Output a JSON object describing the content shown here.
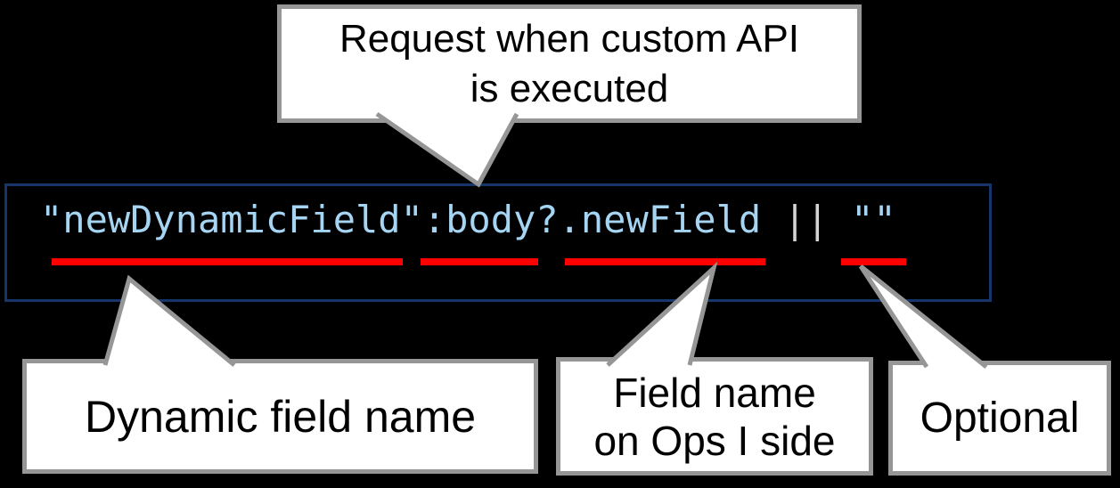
{
  "colors": {
    "background": "#000000",
    "callout_fill": "#FFFFFF",
    "callout_border": "#969696",
    "callout_text": "#000000",
    "code_box_border": "#15356B",
    "code_text": "#A5D5F3",
    "code_operator": "#D4D4D4",
    "underline": "#FF0000"
  },
  "code": {
    "expression": "\"newDynamicField\":body?.newField",
    "operator": "||",
    "default_value": "\"\""
  },
  "callouts": {
    "request": {
      "lines": [
        "Request when custom API",
        "is executed"
      ]
    },
    "dynamic_field": {
      "label": "Dynamic field name"
    },
    "ops_field": {
      "lines": [
        "Field name",
        "on Ops I side"
      ]
    },
    "optional": {
      "label": "Optional"
    }
  },
  "underlines": {
    "targets": [
      "\"newDynamicField\"",
      "body?",
      ".newField",
      "\"\""
    ]
  }
}
